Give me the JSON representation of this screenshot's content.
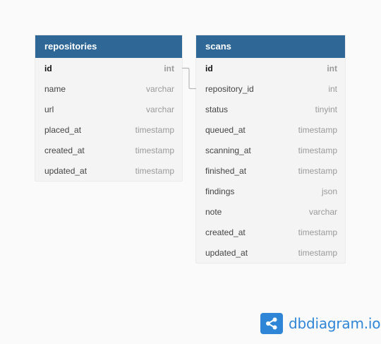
{
  "tables": [
    {
      "name": "repositories",
      "fields": [
        {
          "name": "id",
          "type": "int",
          "pk": true
        },
        {
          "name": "name",
          "type": "varchar"
        },
        {
          "name": "url",
          "type": "varchar"
        },
        {
          "name": "placed_at",
          "type": "timestamp"
        },
        {
          "name": "created_at",
          "type": "timestamp"
        },
        {
          "name": "updated_at",
          "type": "timestamp"
        }
      ]
    },
    {
      "name": "scans",
      "fields": [
        {
          "name": "id",
          "type": "int",
          "pk": true
        },
        {
          "name": "repository_id",
          "type": "int"
        },
        {
          "name": "status",
          "type": "tinyint"
        },
        {
          "name": "queued_at",
          "type": "timestamp"
        },
        {
          "name": "scanning_at",
          "type": "timestamp"
        },
        {
          "name": "finished_at",
          "type": "timestamp"
        },
        {
          "name": "findings",
          "type": "json"
        },
        {
          "name": "note",
          "type": "varchar"
        },
        {
          "name": "created_at",
          "type": "timestamp"
        },
        {
          "name": "updated_at",
          "type": "timestamp"
        }
      ]
    }
  ],
  "relationship": {
    "from": "repositories.id",
    "to": "scans.repository_id"
  },
  "brand": {
    "text": "dbdiagram.io",
    "icon": "share-nodes-icon",
    "color": "#2f86d6"
  },
  "colors": {
    "header": "#2f6896",
    "body": "#f4f4f4",
    "background": "#fafafa"
  }
}
